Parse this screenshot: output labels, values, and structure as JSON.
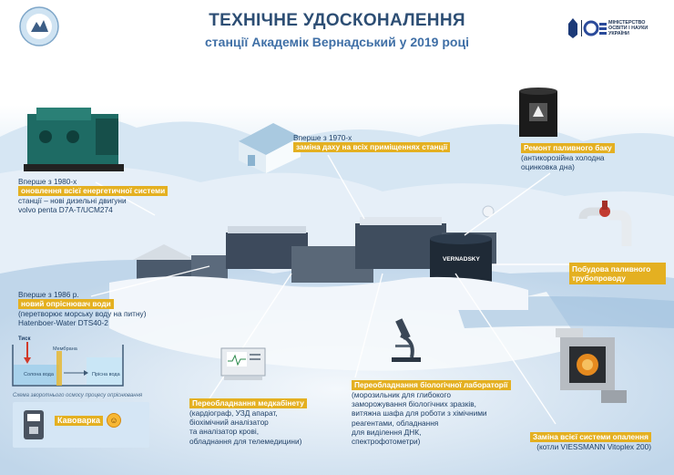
{
  "header": {
    "title": "ТЕХНІЧНЕ УДОСКОНАЛЕННЯ",
    "subtitle": "станції Академік Вернадський у 2019 році",
    "ministry": [
      "МІНІСТЕРСТВО",
      "ОСВІТИ І НАУКИ",
      "УКРАЇНИ"
    ]
  },
  "items": {
    "roof": {
      "line1": "Вперше з 1970-х",
      "highlight": "заміна даху на всіх приміщеннях станції"
    },
    "tank": {
      "highlight": "Ремонт паливного баку",
      "line1": "(антикорозійна холодна",
      "line2": "оцинковка дна)"
    },
    "energy": {
      "line1": "Вперше з 1980-х",
      "highlight": "оновлення всієї енергетичної системи",
      "line2": "станції – нові дизельні двигуни",
      "line3": "volvo penta D7A-T/UCM274"
    },
    "pipeline": {
      "line1": "Побудова паливного",
      "line2": "трубопроводу"
    },
    "desal": {
      "line1": "Вперше з 1986 р.",
      "highlight": "новий опріснювач води",
      "line2": "(перетворює морську воду на питну)",
      "line3": "Hatenboer-Water DTS40-2"
    },
    "medical": {
      "highlight": "Переобладнання медкабінету",
      "lines": [
        "(кардіограф, УЗД апарат,",
        "біохімічний аналізатор",
        "та аналізатор крові,",
        "обладнання для телемедицини)"
      ]
    },
    "biolab": {
      "highlight": "Переобладнання біологічної лабораторії",
      "lines": [
        "(морозильник для глибокого",
        "заморожування біологічних зразків,",
        "витяжна шафа для роботи з хімічними",
        "реагентами, обладнання",
        "для виділення ДНК,",
        "спектрофотометри)"
      ]
    },
    "heating": {
      "highlight": "Заміна всієї системи опалення",
      "line1": "(котли  VIESSMANN Vitoplex 200)"
    },
    "coffee": {
      "highlight": "Кавоварка"
    }
  },
  "diagram": {
    "pressure": "Тиск",
    "salt": "Солона вода",
    "membrane": "Мембрана",
    "fresh": "Прісна вода",
    "caption": "Схема зворотнього осмосу процесу опріснювання"
  },
  "tank_brand": "VERNADSKY",
  "colors": {
    "title": "#2d4e74",
    "accent": "#e4b021",
    "text": "#1e3f66",
    "sky": "#c9dff0"
  }
}
